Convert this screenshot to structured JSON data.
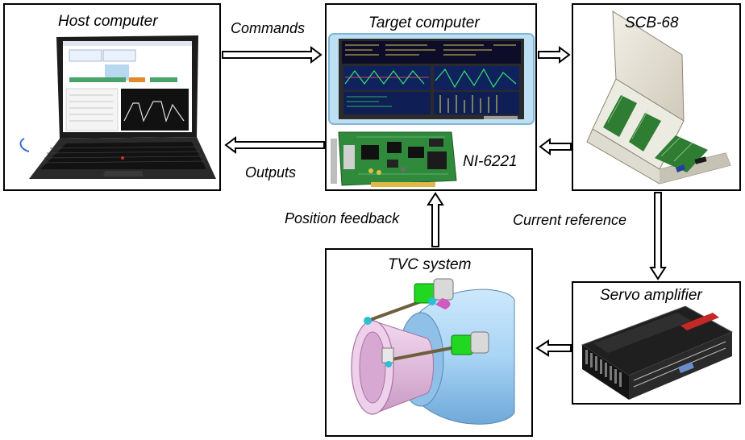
{
  "blocks": {
    "host": "Host computer",
    "target": "Target computer",
    "scb": "SCB-68",
    "ni": "NI-6221",
    "tvc": "TVC system",
    "servo": "Servo amplifier"
  },
  "arrows": {
    "commands": "Commands",
    "outputs": "Outputs",
    "position_feedback": "Position feedback",
    "current_reference": "Current reference"
  },
  "colors": {
    "border": "#000000",
    "nozzle_pink": "#e6b8e0",
    "cone_blue": "#a8d4f5",
    "actuator_green": "#1fd81f",
    "pcb_green": "#2e7d32",
    "screen_blue": "#1f3b8c"
  },
  "icons": {
    "laptop": "laptop-icon",
    "target_screen": "monitor-icon",
    "daq_card": "pcb-card-icon",
    "scb": "connector-block-icon",
    "servo": "servo-amplifier-icon",
    "tvc": "nozzle-actuator-icon"
  }
}
